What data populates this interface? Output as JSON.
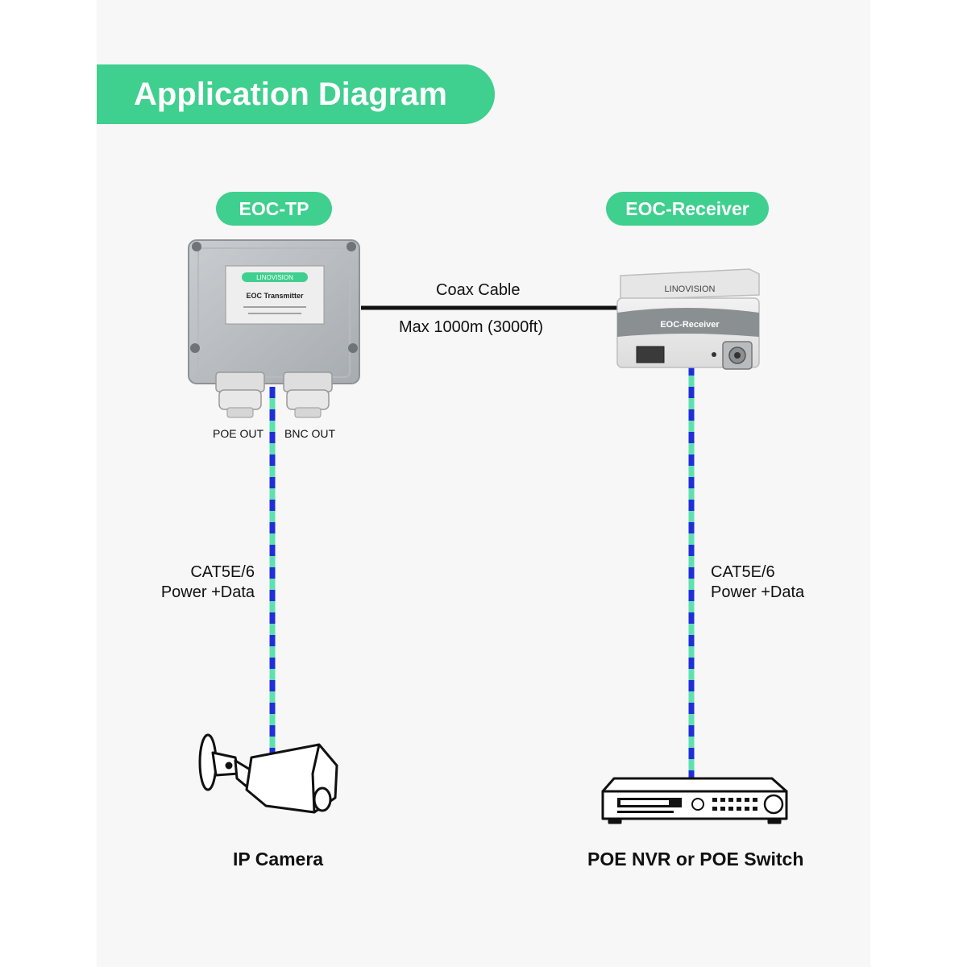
{
  "title": "Application Diagram",
  "devices": {
    "transmitter": {
      "tag": "EOC-TP",
      "brand": "LINOVISION",
      "panel_label": "EOC Transmitter",
      "port_left": "POE OUT",
      "port_right": "BNC OUT"
    },
    "receiver": {
      "tag": "EOC-Receiver",
      "brand": "LINOVISION",
      "panel_label": "EOC-Receiver"
    }
  },
  "links": {
    "coax": {
      "name": "Coax Cable",
      "distance": "Max 1000m (3000ft)"
    },
    "left_cable": {
      "line1": "CAT5E/6",
      "line2": "Power +Data"
    },
    "right_cable": {
      "line1": "CAT5E/6",
      "line2": "Power +Data"
    }
  },
  "endpoints": {
    "camera": "IP Camera",
    "nvr": "POE NVR or POE Switch"
  },
  "colors": {
    "accent": "#3fcf8e",
    "cable_blue": "#1f2fd8",
    "cable_green": "#5fe0b0",
    "coax": "#111111"
  }
}
